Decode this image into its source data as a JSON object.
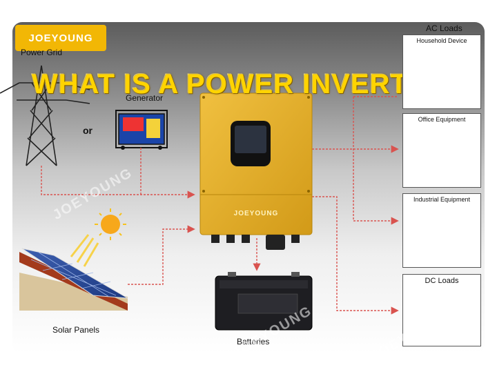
{
  "brand": {
    "logo_text": "JOEYOUNG",
    "inverter_label": "JOEYOUNG",
    "watermark": "JOEYOUNG"
  },
  "headline": "WHAT IS A POWER INVERTER?",
  "labels": {
    "power_grid": "Power Grid",
    "generator": "Generator",
    "or": "or",
    "solar_panels": "Solar Panels",
    "batteries": "Batteries",
    "ac_loads": "AC Loads"
  },
  "load_boxes": {
    "household": "Household Device",
    "office": "Office Equipment",
    "industrial": "Industrial Equipment",
    "dc": "DC Loads"
  },
  "colors": {
    "flow_line": "#d9534f",
    "inverter_body": "#e8b52a",
    "headline": "#ffd400",
    "logo_bg": "#f2b705"
  }
}
